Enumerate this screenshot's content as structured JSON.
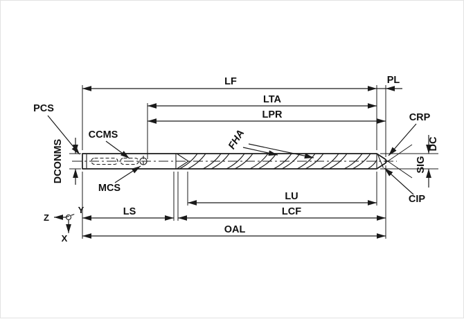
{
  "labels": {
    "lf": "LF",
    "pl": "PL",
    "lta": "LTA",
    "lpr": "LPR",
    "pcs": "PCS",
    "ccms": "CCMS",
    "dconms": "DCONMS",
    "mcs": "MCS",
    "fha": "FHA",
    "crp": "CRP",
    "dc": "DC",
    "sig": "SIG",
    "cip": "CIP",
    "lu": "LU",
    "lcf": "LCF",
    "ls": "LS",
    "oal": "OAL"
  },
  "axes": {
    "x": "X",
    "y": "Y",
    "z": "Z"
  },
  "colors": {
    "line": "#1a1a1a",
    "background": "#ffffff"
  }
}
